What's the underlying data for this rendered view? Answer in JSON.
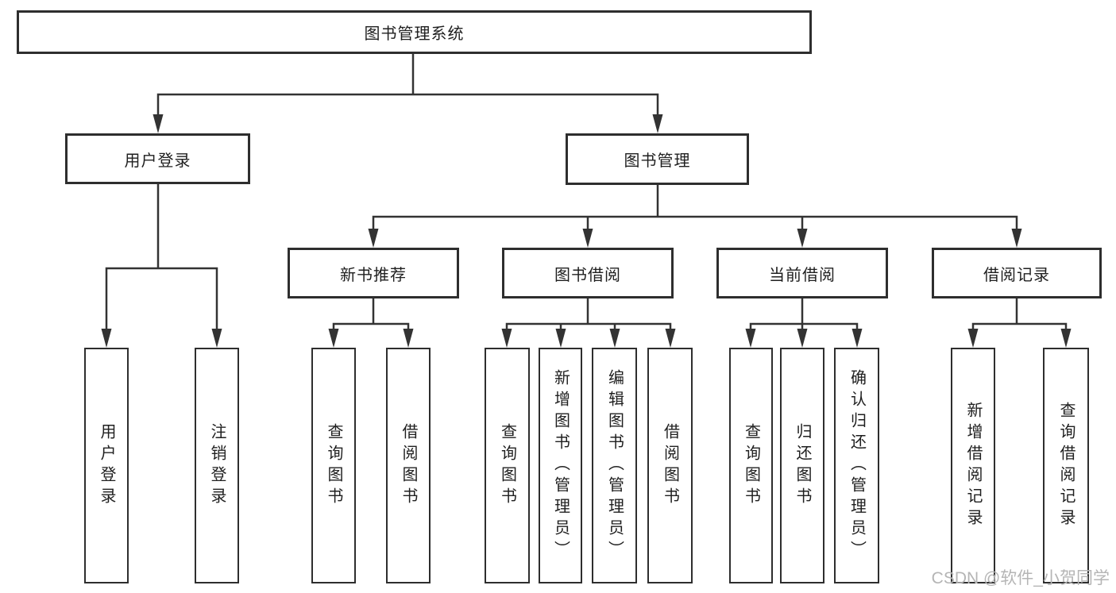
{
  "diagram": {
    "root": "图书管理系统",
    "level2": [
      "用户登录",
      "图书管理"
    ],
    "level3": [
      "新书推荐",
      "图书借阅",
      "当前借阅",
      "借阅记录"
    ],
    "leaves": {
      "userLogin": [
        "用户登录",
        "注销登录"
      ],
      "newBook": [
        "查询图书",
        "借阅图书"
      ],
      "borrow": [
        "查询图书",
        "新增图书（管理员）",
        "编辑图书（管理员）",
        "借阅图书"
      ],
      "current": [
        "查询图书",
        "归还图书",
        "确认归还（管理员）"
      ],
      "records": [
        "新增借阅记录",
        "查询借阅记录"
      ]
    }
  },
  "watermark": "CSDN @软件_小贺同学",
  "colors": {
    "line": "#333333",
    "text": "#1f1f1f",
    "watermark": "#b5b5b5",
    "background": "#ffffff"
  }
}
